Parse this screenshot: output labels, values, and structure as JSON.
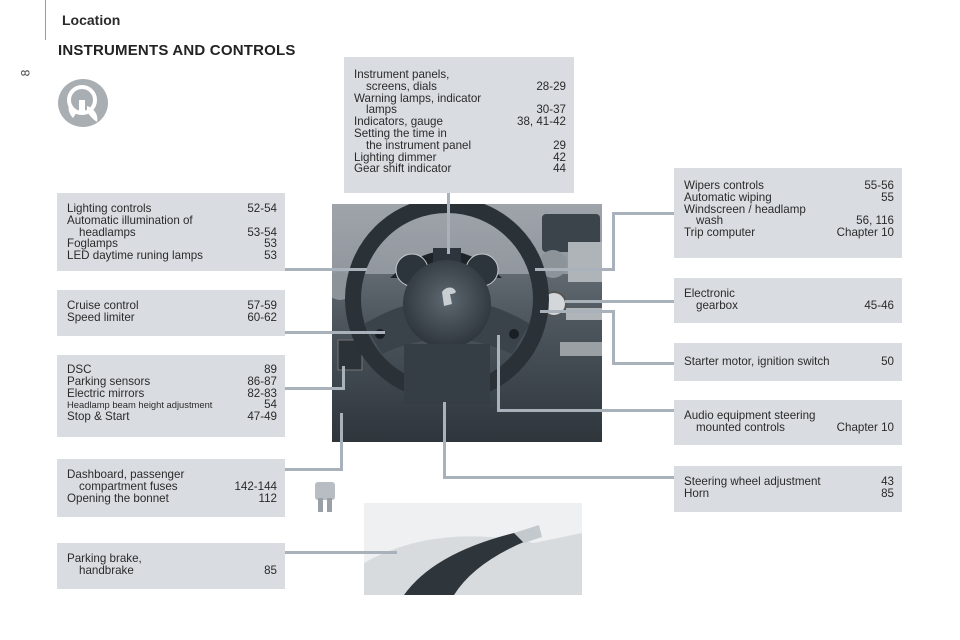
{
  "header": {
    "section": "Location",
    "page_number": "8"
  },
  "title": "INSTRUMENTS AND CONTROLS",
  "boxes": {
    "instruments": {
      "l1": "Instrument panels,",
      "l2": "screens, dials",
      "p2": "28-29",
      "l3": "Warning lamps, indicator",
      "l4": "lamps",
      "p4": "30-37",
      "l5": "Indicators, gauge",
      "p5": "38, 41-42",
      "l6": "Setting the time in",
      "l7": "the instrument panel",
      "p7": "29",
      "l8": "Lighting dimmer",
      "p8": "42",
      "l9": "Gear shift indicator",
      "p9": "44"
    },
    "lighting": {
      "l1": "Lighting controls",
      "p1": "52-54",
      "l2": "Automatic illumination of",
      "l3": "headlamps",
      "p3": "53-54",
      "l4": "Foglamps",
      "p4": "53",
      "l5": "LED daytime runing lamps",
      "p5": "53"
    },
    "cruise": {
      "l1": "Cruise control",
      "p1": "57-59",
      "l2": "Speed limiter",
      "p2": "60-62"
    },
    "dsc": {
      "l1": "DSC",
      "p1": "89",
      "l2": "Parking sensors",
      "p2": "86-87",
      "l3": "Electric mirrors",
      "p3": "82-83",
      "l4": "Headlamp beam height adjustment",
      "p4": "54",
      "l5": "Stop & Start",
      "p5": "47-49"
    },
    "fuses": {
      "l1": "Dashboard, passenger",
      "l2": "compartment fuses",
      "p2": "142-144",
      "l3": "Opening the bonnet",
      "p3": "112"
    },
    "brake": {
      "l1": "Parking brake,",
      "l2": "handbrake",
      "p2": "85"
    },
    "wipers": {
      "l1": "Wipers controls",
      "p1": "55-56",
      "l2": "Automatic wiping",
      "p2": "55",
      "l3": "Windscreen / headlamp",
      "l4": "wash",
      "p4": "56, 116",
      "l5": "Trip computer",
      "p5": "Chapter 10"
    },
    "gearbox": {
      "l1": "Electronic",
      "l2": "gearbox",
      "p2": "45-46"
    },
    "starter": {
      "l1": "Starter motor, ignition switch",
      "p1": "50"
    },
    "audio": {
      "l1": "Audio equipment steering",
      "l2": "mounted controls",
      "p2": "Chapter 10"
    },
    "steering": {
      "l1": "Steering wheel adjustment",
      "p1": "43",
      "l2": "Horn",
      "p2": "85"
    }
  },
  "illustration": {
    "brand_logo": "lion-emblem"
  },
  "colors": {
    "box_bg": "#d9dde2",
    "leader_line": "#a9b1ba",
    "photo_bg": "#3a4650"
  },
  "icons": {
    "steering_badge": "steering-wheel-icon",
    "fuse": "fuse-icon"
  }
}
